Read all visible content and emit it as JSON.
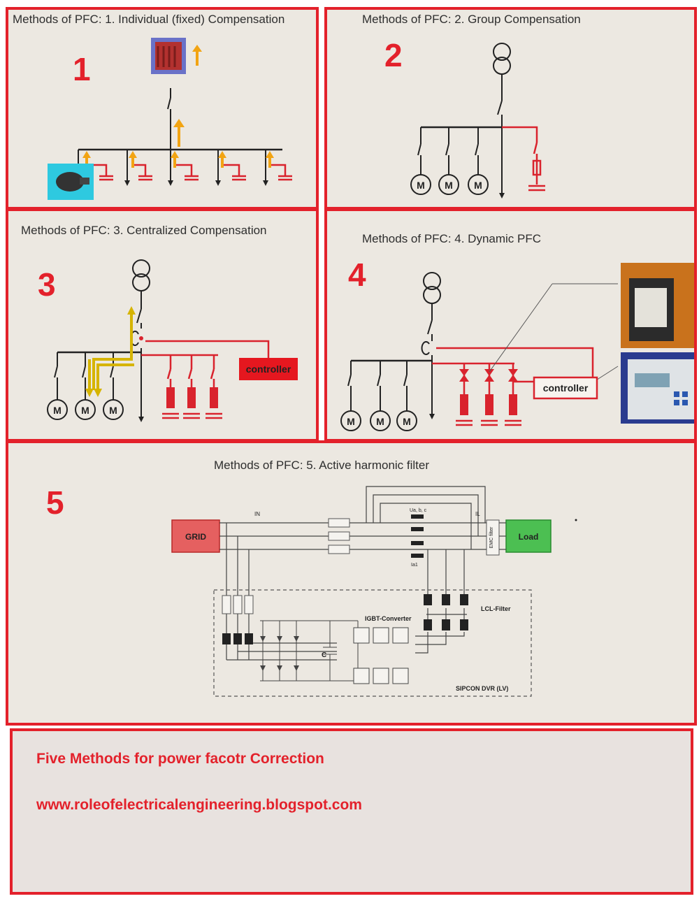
{
  "panels": [
    {
      "title": "Methods of PFC: 1. Individual (fixed) Compensation",
      "number": "1"
    },
    {
      "title": "Methods of PFC: 2. Group Compensation",
      "number": "2"
    },
    {
      "title": "Methods of PFC: 3. Centralized Compensation",
      "number": "3",
      "controller": "controller"
    },
    {
      "title": "Methods of PFC: 4. Dynamic PFC",
      "number": "4",
      "controller": "controller"
    },
    {
      "title": "Methods of PFC: 5. Active harmonic filter",
      "number": "5",
      "grid": "GRID",
      "load": "Load",
      "emc": "EMC filter",
      "igbt": "IGBT-Converter",
      "lcl": "LCL-Filter",
      "cap": "C",
      "sipcon": "SIPCON DVR (LV)",
      "i_n": "IN",
      "i_l": "IL",
      "u_abc": "Ua, b, c",
      "i_dc": "Ia1"
    }
  ],
  "motor_label": "M",
  "footer": {
    "caption": "Five Methods for power facotr Correction",
    "url": "www.roleofelectricalengineering.blogspot.com"
  },
  "colors": {
    "frame": "#e3212b",
    "feeder_red": "#d9232d",
    "arrow_orange": "#f2a413",
    "arrow_yellow": "#d6b400",
    "load_green": "#2fb43a"
  }
}
